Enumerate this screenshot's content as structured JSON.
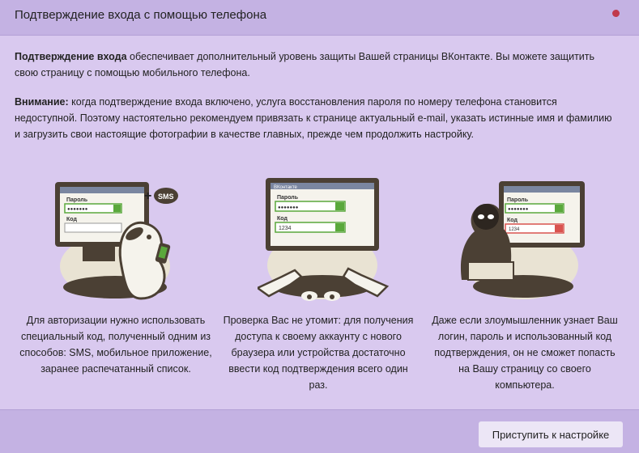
{
  "header": {
    "title": "Подтверждение входа с помощью телефона"
  },
  "intro": {
    "p1_bold": "Подтверждение входа",
    "p1_text": " обеспечивает дополнительный уровень защиты Вашей страницы ВКонтакте. Вы можете защитить свою страницу с помощью мобильного телефона.",
    "p2_bold": "Внимание:",
    "p2_text": " когда подтверждение входа включено, услуга восстановления пароля по номеру телефона становится недоступной. Поэтому настоятельно рекомендуем привязать к странице актуальный e-mail, указать истинные имя и фамилию и загрузить свои настоящие фотографии в качестве главных, прежде чем продолжить настройку."
  },
  "illustrations": {
    "screen_brand": "ВКонтакте",
    "password_label": "Пароль",
    "password_value": "●●●●●●●",
    "code_label": "Код",
    "code_value": "1234",
    "sms_badge": "SMS",
    "plus": "+"
  },
  "features": [
    {
      "caption": "Для авторизации нужно использовать специальный код, полученный одним из способов: SMS, мобильное приложение, заранее распечатанный список."
    },
    {
      "caption": "Проверка Вас не утомит: для получения доступа к своему аккаунту с нового браузера или устройства достаточно ввести код подтверждения всего один раз."
    },
    {
      "caption": "Даже если злоумышленник узнает Ваш логин, пароль и использованный код подтверждения, он не сможет попасть на Вашу страницу со своего компьютера."
    }
  ],
  "footer": {
    "primary_label": "Приступить к настройке"
  },
  "colors": {
    "background": "#d9c9ef",
    "header": "#c4b2e3",
    "close_dot": "#c0394b",
    "button": "#ece6f6",
    "check_green": "#5aa83c",
    "error_red": "#d9534f"
  }
}
